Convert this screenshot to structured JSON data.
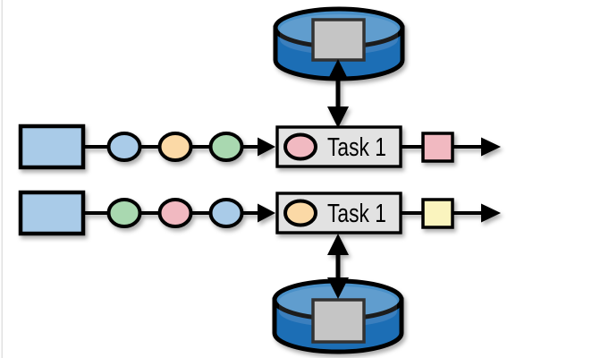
{
  "colors": {
    "background": "#FFFFFF",
    "outline": "#000000",
    "task_box_fill": "#E2E2E2",
    "state_square_fill": "#C5C5C5",
    "cylinder_top": "#4A90C8",
    "cylinder_body": "#1F6EB5",
    "edge_artifact": "#DCDCDC"
  },
  "palette": {
    "light_blue": "#A9CBE8",
    "orange": "#FBD9A6",
    "green": "#A9D8B0",
    "pink": "#F1B9C1",
    "yellow": "#FAF4BE"
  },
  "pipelines": [
    {
      "task_label": "Task 1",
      "source_color": "#A9CBE8",
      "event_colors": [
        "#A9CBE8",
        "#FBD9A6",
        "#A9D8B0"
      ],
      "task_marker_color": "#F1B9C1",
      "output_color": "#F1B9C1"
    },
    {
      "task_label": "Task 1",
      "source_color": "#A9CBE8",
      "event_colors": [
        "#A9D8B0",
        "#F1B9C1",
        "#A9CBE8"
      ],
      "task_marker_color": "#FBD9A6",
      "output_color": "#FAF4BE"
    }
  ],
  "state_stores": [
    {
      "position": "top",
      "square_color": "#C5C5C5"
    },
    {
      "position": "bottom",
      "square_color": "#C5C5C5"
    }
  ]
}
